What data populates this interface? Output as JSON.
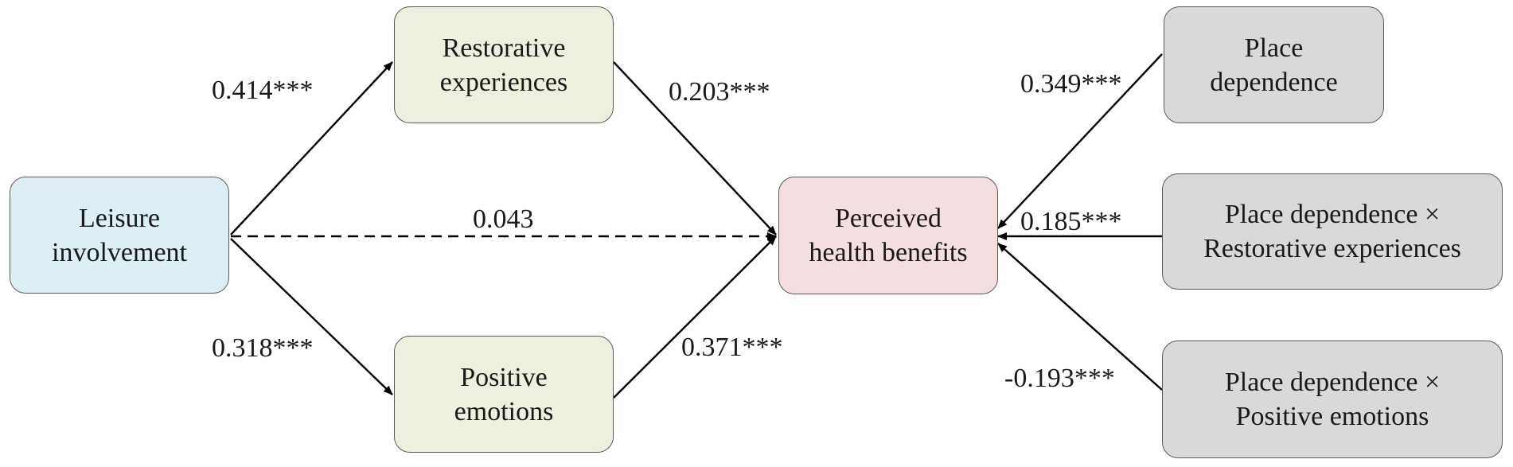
{
  "nodes": {
    "leisure_involvement": [
      "Leisure",
      "involvement"
    ],
    "restorative_experiences": [
      "Restorative",
      "experiences"
    ],
    "positive_emotions": [
      "Positive",
      "emotions"
    ],
    "perceived_health_benefits": [
      "Perceived",
      "health benefits"
    ],
    "place_dependence": [
      "Place",
      "dependence"
    ],
    "pd_x_restorative": [
      "Place dependence ×",
      "Restorative experiences"
    ],
    "pd_x_positive": [
      "Place dependence ×",
      "Positive emotions"
    ]
  },
  "paths": {
    "li_to_re": "0.414***",
    "li_to_phb": "0.043",
    "li_to_pe": "0.318***",
    "re_to_phb": "0.203***",
    "pe_to_phb": "0.371***",
    "pd_to_phb": "0.349***",
    "pdre_to_phb": "0.185***",
    "pdpe_to_phb": "-0.193***"
  },
  "styles": {
    "leisure_fill": "#ddeef5",
    "mediator_fill": "#ebf0df",
    "outcome_fill": "#f3dfe0",
    "moderator_fill": "#d9d9d9",
    "line_color": "#000000"
  }
}
